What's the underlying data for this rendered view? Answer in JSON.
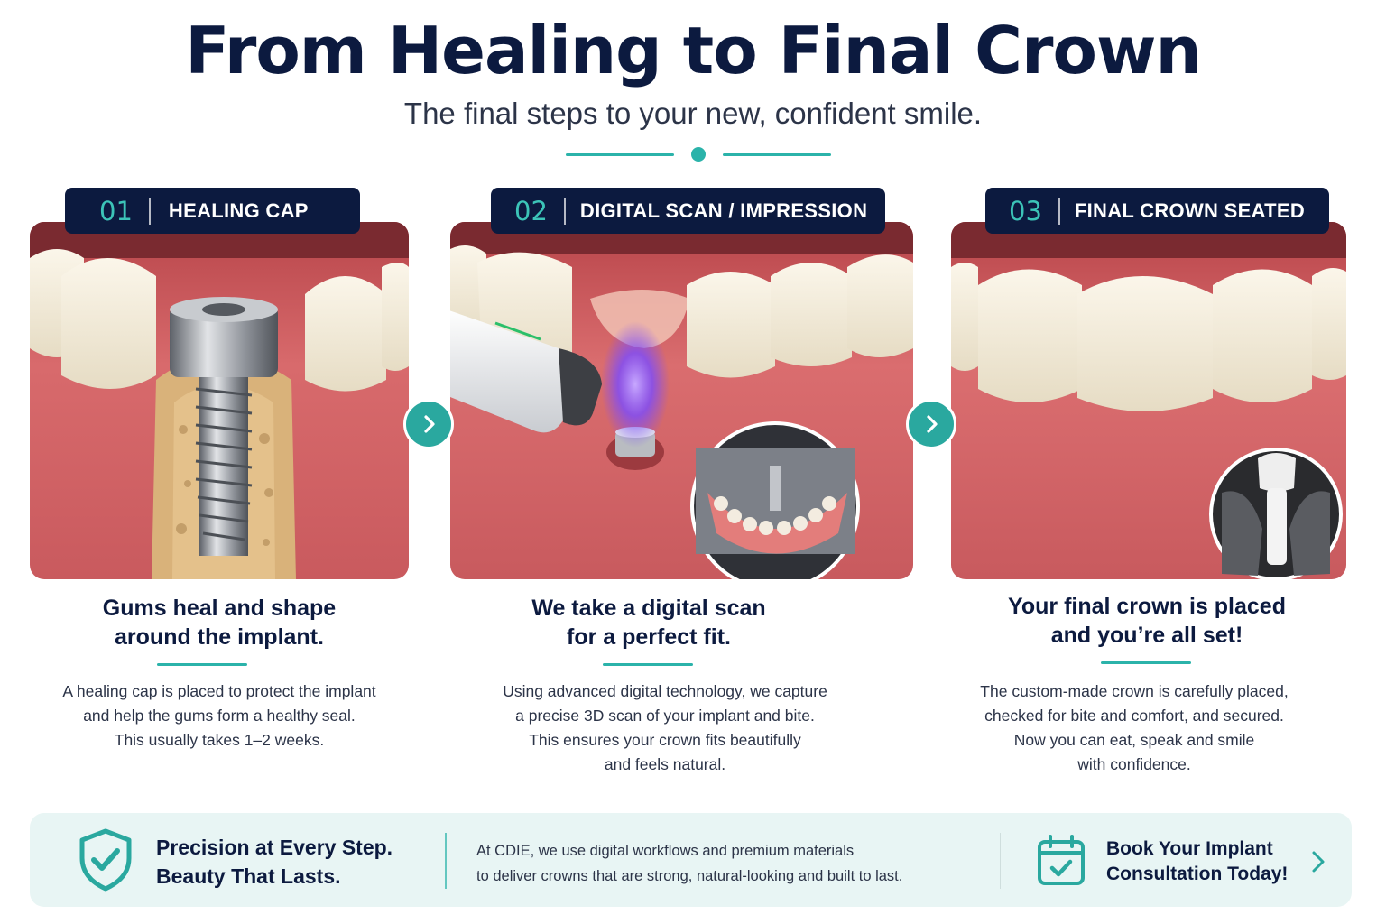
{
  "header": {
    "title": "From Healing to Final Crown",
    "subtitle": "The final steps to your new, confident smile."
  },
  "colors": {
    "navy": "#0c1a3f",
    "teal": "#2bb3aa",
    "banner_bg": "#e8f5f4"
  },
  "steps": [
    {
      "number": "01",
      "label": "HEALING CAP",
      "heading": [
        "Gums heal and shape",
        "around the implant."
      ],
      "description": [
        "A healing cap is placed to protect the implant",
        "and help the gums form a healthy seal.",
        "This usually takes 1–2 weeks."
      ],
      "image": "implant-with-healing-cap-illustration"
    },
    {
      "number": "02",
      "label": "DIGITAL SCAN / IMPRESSION",
      "heading": [
        "We take a digital scan",
        "for a perfect fit."
      ],
      "description": [
        "Using advanced digital technology, we capture",
        "a precise 3D scan of your implant and bite.",
        "This ensures your crown fits beautifully",
        "and feels natural."
      ],
      "image": "intraoral-scanner-illustration"
    },
    {
      "number": "03",
      "label": "FINAL CROWN SEATED",
      "heading": [
        "Your final crown is placed",
        "and you’re all set!"
      ],
      "description": [
        "The custom-made crown is carefully placed,",
        "checked for bite and comfort, and secured.",
        "Now you can eat, speak and smile",
        "with confidence."
      ],
      "image": "final-crown-illustration"
    }
  ],
  "banner": {
    "tagline": [
      "Precision at Every Step.",
      "Beauty That Lasts."
    ],
    "body": [
      "At CDIE, we use digital workflows and premium materials",
      "to deliver crowns that are strong, natural-looking and built to last."
    ],
    "cta": [
      "Book Your Implant",
      "Consultation Today!"
    ],
    "icons": {
      "left": "shield-check-icon",
      "cta": "calendar-check-icon",
      "arrow": "chevron-right-icon"
    }
  }
}
